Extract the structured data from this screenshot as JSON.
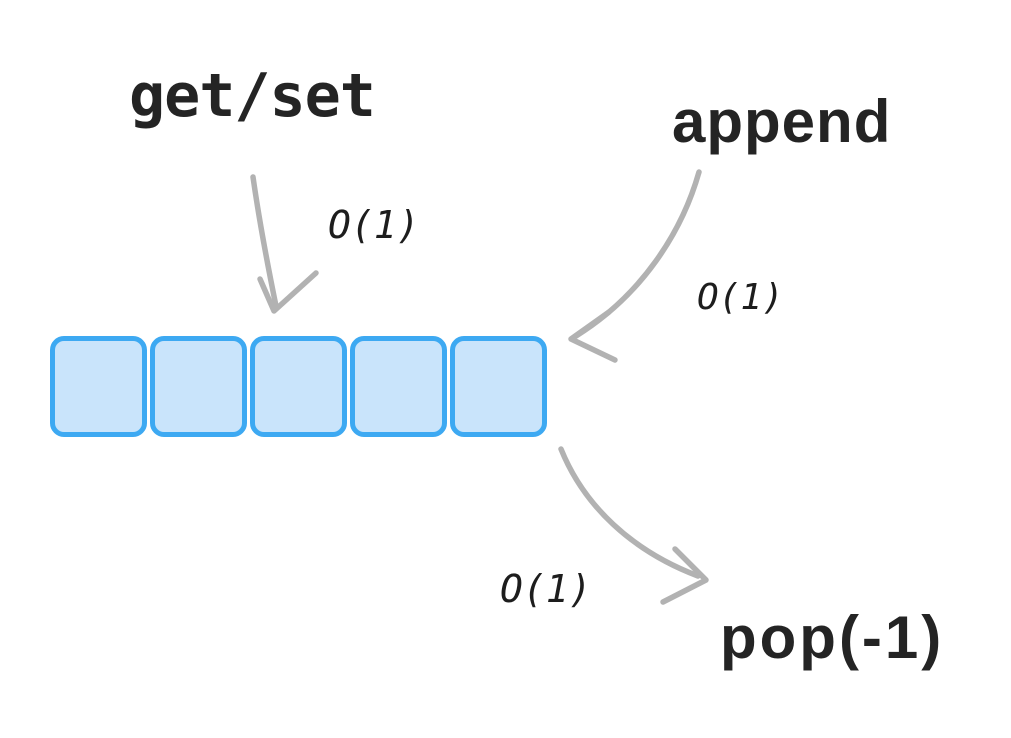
{
  "diagram": {
    "title_semantics": "python-list-operation-complexities",
    "operations": {
      "get_set": {
        "label": "get/set",
        "complexity": "O(1)"
      },
      "append": {
        "label": "append",
        "complexity": "O(1)"
      },
      "pop": {
        "label": "pop(-1)",
        "complexity": "O(1)"
      }
    },
    "array": {
      "cells": 5,
      "cell_fill": "#c9e4fb",
      "cell_border": "#3da9f2"
    },
    "colors": {
      "label_text": "#242424",
      "annotation_text": "#1d1d1d",
      "arrow": "#b2b2b2",
      "background": "#ffffff"
    }
  }
}
